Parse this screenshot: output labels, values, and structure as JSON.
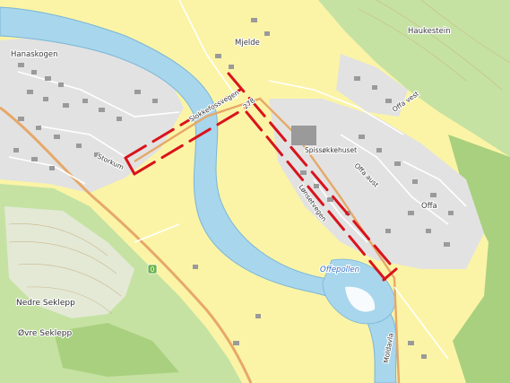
{
  "colors": {
    "water": "#a8d6ec",
    "water_edge": "#7ab6d6",
    "farmland": "#fbf4a6",
    "forest": "#c5e2a2",
    "forest_dark": "#a9d07f",
    "rock": "#e9eadf",
    "urban": "#e2e2e2",
    "building": "#9a9a9a",
    "road_main": "#e6a868",
    "road_minor": "#ffffff",
    "marker_red": "#d9131c",
    "route_sign": "#6ab14a"
  },
  "map": {
    "places": [
      {
        "key": "hanaskogen",
        "text": "Hanaskogen"
      },
      {
        "key": "mjelde",
        "text": "Mjelde"
      },
      {
        "key": "haukestein",
        "text": "Haukestein"
      },
      {
        "key": "nedre_seklepp",
        "text": "Nedre Seklepp"
      },
      {
        "key": "ovre_seklepp",
        "text": "Øvre Seklepp"
      },
      {
        "key": "offa",
        "text": "Offa"
      }
    ],
    "roads": [
      {
        "key": "stokkefoss",
        "text": "Slokkefossvegen"
      },
      {
        "key": "r278",
        "text": "278"
      },
      {
        "key": "storkum",
        "text": "Storkum"
      },
      {
        "key": "offa_vest",
        "text": "Offa vest"
      },
      {
        "key": "offa_aust",
        "text": "Offa aust"
      },
      {
        "key": "molda",
        "text": "Moldavla"
      }
    ],
    "features": [
      {
        "key": "mesta",
        "text": "Spissøkkehuset"
      },
      {
        "key": "lone",
        "text": "Lønsetvegen"
      }
    ],
    "water": [
      {
        "key": "offepollen",
        "text": "Offepollen"
      }
    ],
    "route_badge": "0"
  }
}
